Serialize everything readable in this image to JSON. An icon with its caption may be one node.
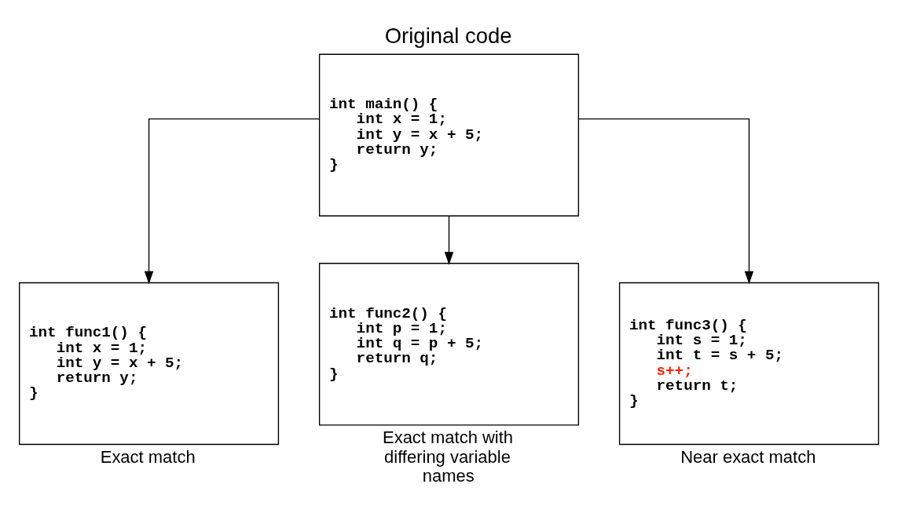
{
  "diagram": {
    "nodes": [
      {
        "text": [
          "Original code",
          "int main() {",
          "int x = 1;",
          "int y = x + 5;",
          "return y;",
          "}"
        ]
      },
      {
        "text": [
          "int func1() {",
          "int x = 1;",
          "int y = x + 5;",
          "return y;",
          "}"
        ],
        "beside": [
          "Exact match"
        ]
      },
      {
        "text": [
          "int func2() {",
          "int p = 1;",
          "int q = p + 5;",
          "return q;",
          "}"
        ],
        "beside": [
          "Exact match with differing variable names"
        ]
      },
      {
        "text": [
          "int func3() {",
          "int s = 1;",
          "int t = s + 5;",
          "s++;",
          "return t;",
          "}"
        ],
        "beside": [
          "Near exact match"
        ]
      }
    ],
    "edges": [
      {
        "from": 0,
        "to": 1,
        "arrow": "to"
      },
      {
        "from": 0,
        "to": 2,
        "arrow": "to"
      },
      {
        "from": 0,
        "to": 3,
        "arrow": "to"
      }
    ]
  }
}
